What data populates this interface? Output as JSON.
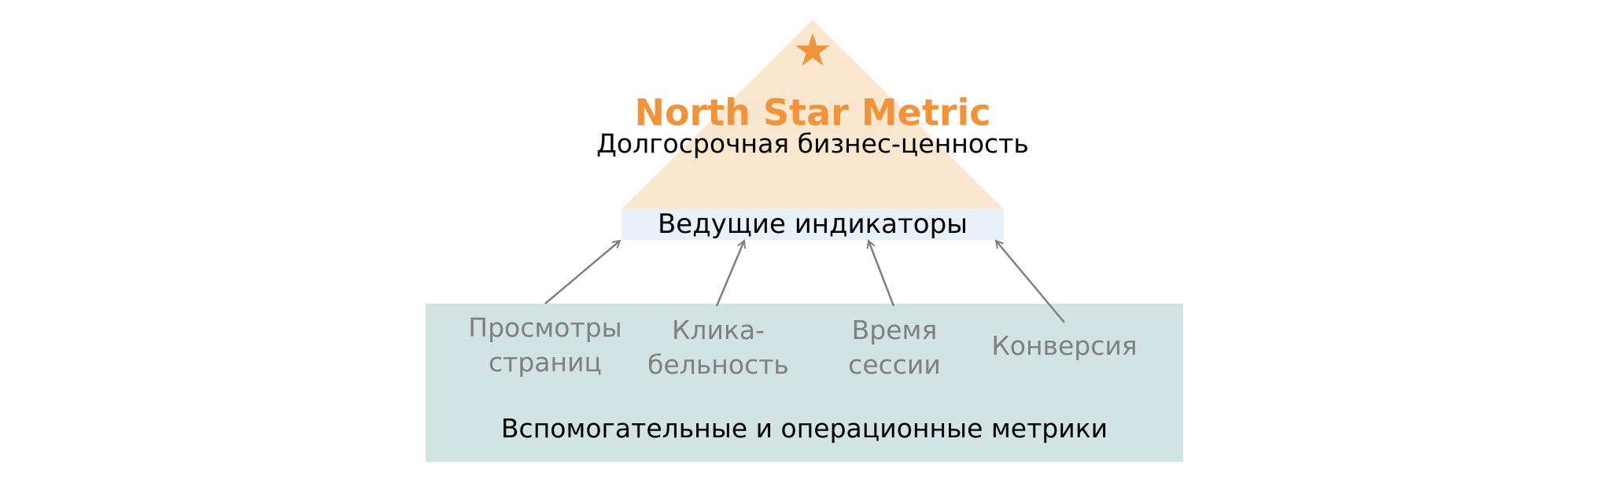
{
  "diagram": {
    "type": "pyramid",
    "colors": {
      "pyramid_fill": "#fae7cf",
      "star": "#f0933a",
      "title": "#f0933a",
      "leading_bar": "#e8f1f7",
      "base_box": "#d1e4e3",
      "arrow": "#808080",
      "metric_text": "#808080"
    },
    "top": {
      "icon": "star-icon",
      "title": "North Star Metric",
      "subtitle": "Долгосрочная бизнес-ценность"
    },
    "leading": {
      "label": "Ведущие индикаторы"
    },
    "base": {
      "label": "Вспомогательные и операционные метрики",
      "metrics": [
        {
          "line1": "Просмотры",
          "line2": "страниц"
        },
        {
          "line1": "Клика-",
          "line2": "бельность"
        },
        {
          "line1": "Время",
          "line2": "сессии"
        },
        {
          "line1": "Конверсия",
          "line2": ""
        }
      ]
    }
  }
}
